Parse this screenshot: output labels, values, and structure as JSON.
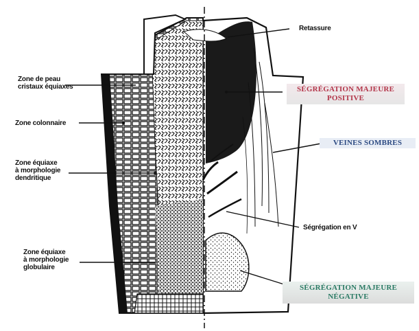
{
  "labels": {
    "retassure": "Retassure",
    "skin_zone": "Zone de peau\ncristaux équiaxes",
    "columnar_zone": "Zone colonnaire",
    "equiaxed_dendritic": "Zone équiaxe\nà morphologie\ndendritique",
    "equiaxed_globular": "Zone équiaxe\nà morphologie\nglobulaire",
    "v_segregation": "Ségrégation en V"
  },
  "boxes": {
    "positive_segregation": {
      "line1": "SÉGRÉGATION MAJEURE",
      "line2": "POSITIVE"
    },
    "dark_veins": "VEINES SOMBRES",
    "negative_segregation": {
      "line1": "SÉGRÉGATION MAJEURE",
      "line2": "NÉGATIVE"
    }
  },
  "colors": {
    "ink": "#111111",
    "positive_text": "#b3364a",
    "negative_text": "#2a7a64",
    "veins_text": "#2c4a82"
  }
}
